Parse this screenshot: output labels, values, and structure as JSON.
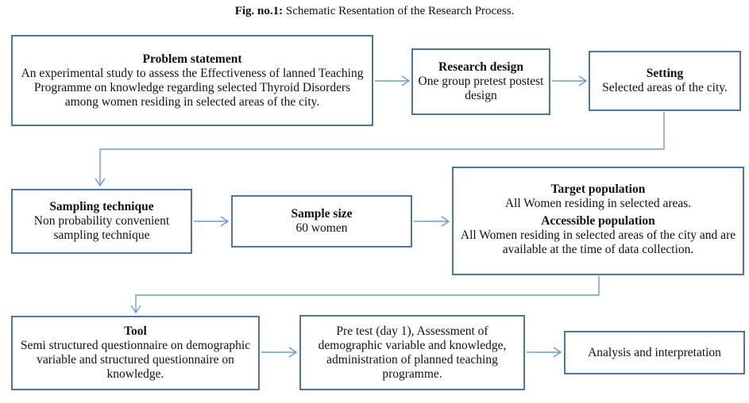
{
  "caption": {
    "label": "Fig. no.1:",
    "text": " Schematic Resentation of the Research Process."
  },
  "boxes": {
    "problem": {
      "title": "Problem statement",
      "body": "An experimental study to assess the Effectiveness of lanned Teaching Programme on knowledge regarding selected Thyroid Disorders among women residing in selected areas of the city."
    },
    "design": {
      "title": "Research design",
      "body": "One group pretest postest design"
    },
    "setting": {
      "title": "Setting",
      "body": "Selected areas of the city."
    },
    "sampling": {
      "title": "Sampling technique",
      "body": "Non probability convenient sampling technique"
    },
    "size": {
      "title": "Sample size",
      "body": "60 women"
    },
    "population": {
      "target_title": "Target population",
      "target_body": "All Women residing in selected areas.",
      "accessible_title": "Accessible population",
      "accessible_body": "All Women residing in selected areas of the city and are available at the time of data collection."
    },
    "tool": {
      "title": "Tool",
      "body": "Semi structured questionnaire on demographic variable and structured questionnaire on knowledge."
    },
    "pretest": {
      "body": "Pre test (day 1), Assessment of demographic variable and knowledge, administration of planned teaching programme."
    },
    "analysis": {
      "body": "Analysis and interpretation"
    }
  },
  "colors": {
    "border": "#4a77a8",
    "arrow": "#6b9ccf"
  }
}
